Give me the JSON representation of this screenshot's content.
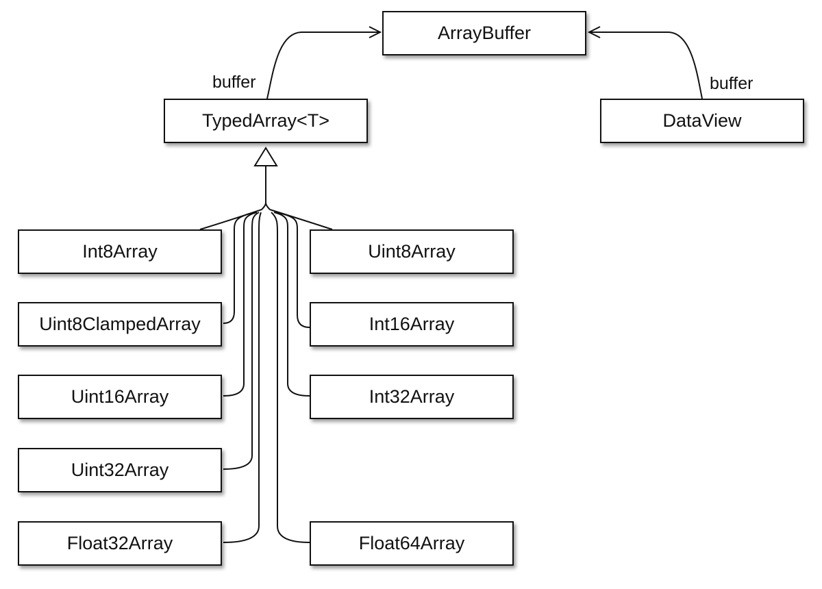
{
  "nodes": {
    "arraybuffer": "ArrayBuffer",
    "typedarray": "TypedArray<T>",
    "dataview": "DataView",
    "int8": "Int8Array",
    "uint8": "Uint8Array",
    "uint8clamped": "Uint8ClampedArray",
    "int16": "Int16Array",
    "uint16": "Uint16Array",
    "int32": "Int32Array",
    "uint32": "Uint32Array",
    "float32": "Float32Array",
    "float64": "Float64Array"
  },
  "edges": {
    "typedarray_buffer_label": "buffer",
    "dataview_buffer_label": "buffer"
  },
  "colors": {
    "stroke": "#111111",
    "background": "#ffffff"
  }
}
